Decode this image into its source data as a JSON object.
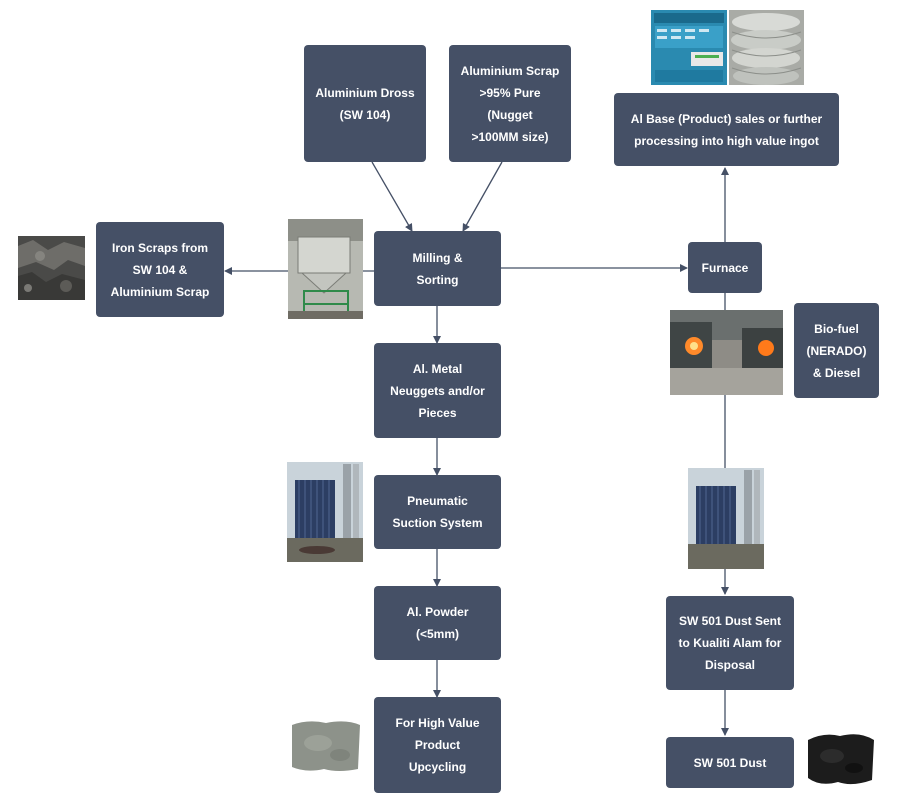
{
  "nodes": {
    "aluminium_dross": "Aluminium Dross\n(SW 104)",
    "aluminium_scrap": "Aluminium Scrap\n>95% Pure\n(Nugget\n>100MM size)",
    "milling_sorting": "Milling &\nSorting",
    "iron_scraps": "Iron Scraps from\nSW 104 &\nAluminium Scrap",
    "al_metal_nuggets": "Al. Metal\nNeuggets and/or\nPieces",
    "pneumatic_suction": "Pneumatic\nSuction System",
    "al_powder": "Al. Powder\n(<5mm)",
    "high_value_product": "For High Value\nProduct\nUpcycling",
    "furnace": "Furnace",
    "al_base_product": "Al Base (Product) sales or further\nprocessing into high value ingot",
    "bio_fuel": "Bio-fuel\n(NERADO)\n& Diesel",
    "sw501_dust_sent": "SW 501 Dust Sent\nto Kualiti Alam for\nDisposal",
    "sw501_dust": "SW 501 Dust"
  },
  "colors": {
    "node_fill": "#455066",
    "node_text": "#ffffff",
    "arrow": "#455066"
  }
}
